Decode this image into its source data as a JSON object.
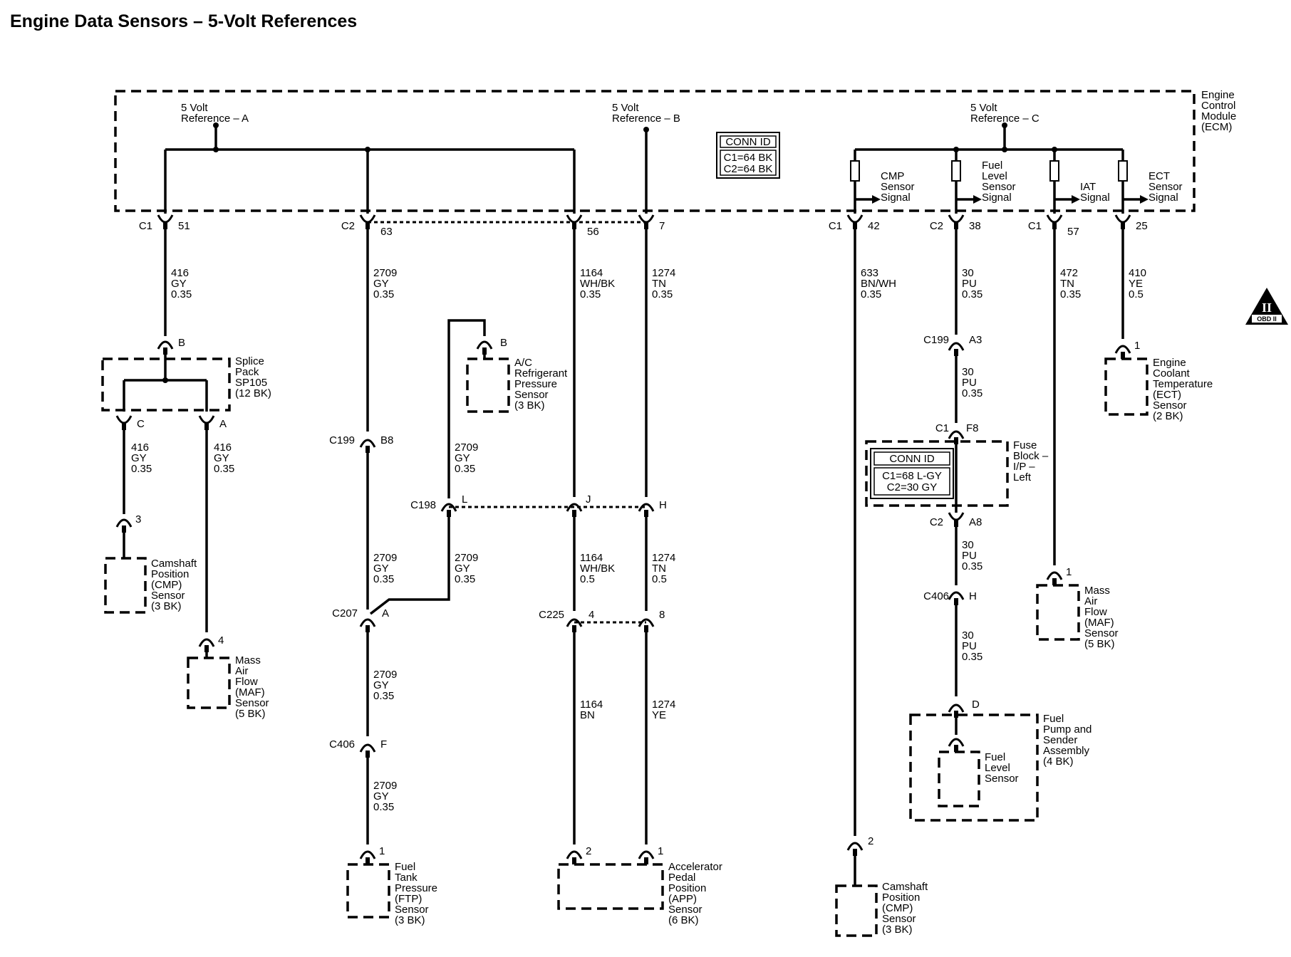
{
  "title": "Engine Data Sensors – 5-Volt References",
  "ecm": {
    "name": [
      "Engine",
      "Control",
      "Module",
      "(ECM)"
    ],
    "ref_a": [
      "5 Volt",
      "Reference – A"
    ],
    "ref_b": [
      "5 Volt",
      "Reference – B"
    ],
    "ref_c": [
      "5 Volt",
      "Reference – C"
    ],
    "conn_id_title": "CONN ID",
    "conn_id_lines": [
      "C1=64 BK",
      "C2=64 BK"
    ],
    "signals": {
      "cmp": [
        "CMP",
        "Sensor",
        "Signal"
      ],
      "fuel": [
        "Fuel",
        "Level",
        "Sensor",
        "Signal"
      ],
      "iat": [
        "IAT",
        "Signal"
      ],
      "ect": [
        "ECT",
        "Sensor",
        "Signal"
      ]
    }
  },
  "connectors": {
    "c1_51": {
      "conn": "C1",
      "pin": "51"
    },
    "c2_63": {
      "conn": "C2",
      "pin": "63"
    },
    "p56": {
      "pin": "56"
    },
    "p7": {
      "pin": "7"
    },
    "c1_42": {
      "conn": "C1",
      "pin": "42"
    },
    "c2_38": {
      "conn": "C2",
      "pin": "38"
    },
    "c1_57": {
      "conn": "C1",
      "pin": "57"
    },
    "p25": {
      "pin": "25"
    },
    "c199_b8": {
      "conn": "C199",
      "pin": "B8"
    },
    "c198_l": {
      "conn": "C198",
      "pin": "L"
    },
    "pj": {
      "pin": "J"
    },
    "ph": {
      "pin": "H"
    },
    "c207_a": {
      "conn": "C207",
      "pin": "A"
    },
    "c225_4": {
      "conn": "C225",
      "pin": "4"
    },
    "p8": {
      "pin": "8"
    },
    "c406_f": {
      "conn": "C406",
      "pin": "F"
    },
    "c199_a3": {
      "conn": "C199",
      "pin": "A3"
    },
    "c1_f8": {
      "conn": "C1",
      "pin": "F8"
    },
    "c2_a8": {
      "conn": "C2",
      "pin": "A8"
    },
    "c406_h": {
      "conn": "C406",
      "pin": "H"
    },
    "pd": {
      "pin": "D"
    }
  },
  "wires": {
    "w416": [
      "416",
      "GY",
      "0.35"
    ],
    "w2709_top": [
      "2709",
      "GY",
      "0.35"
    ],
    "w1164_top": [
      "1164",
      "WH/BK",
      "0.35"
    ],
    "w1274_top": [
      "1274",
      "TN",
      "0.35"
    ],
    "w633": [
      "633",
      "BN/WH",
      "0.35"
    ],
    "w30_top": [
      "30",
      "PU",
      "0.35"
    ],
    "w472": [
      "472",
      "TN",
      "0.35"
    ],
    "w410": [
      "410",
      "YE",
      "0.5"
    ],
    "w416_c": [
      "416",
      "GY",
      "0.35"
    ],
    "w416_a": [
      "416",
      "GY",
      "0.35"
    ],
    "w2709_ac": [
      "2709",
      "GY",
      "0.35"
    ],
    "w30_c199": [
      "30",
      "PU",
      "0.35"
    ],
    "w2709_mid": [
      "2709",
      "GY",
      "0.35"
    ],
    "w2709_mid2": [
      "2709",
      "GY",
      "0.35"
    ],
    "w1164_mid": [
      "1164",
      "WH/BK",
      "0.5"
    ],
    "w1274_mid": [
      "1274",
      "TN",
      "0.5"
    ],
    "w30_a8": [
      "30",
      "PU",
      "0.35"
    ],
    "w30_h": [
      "30",
      "PU",
      "0.35"
    ],
    "w2709_c207": [
      "2709",
      "GY",
      "0.35"
    ],
    "w2709_c406": [
      "2709",
      "GY",
      "0.35"
    ],
    "w1164_bot": [
      "1164",
      "BN"
    ],
    "w1274_bot": [
      "1274",
      "YE"
    ]
  },
  "components": {
    "splice": {
      "pins": [
        "B",
        "C",
        "A"
      ],
      "label": [
        "Splice",
        "Pack",
        "SP105",
        "(12 BK)"
      ]
    },
    "ac": {
      "pin": "B",
      "label": [
        "A/C",
        "Refrigerant",
        "Pressure",
        "Sensor",
        "(3 BK)"
      ]
    },
    "ect": {
      "pin": "1",
      "label": [
        "Engine",
        "Coolant",
        "Temperature",
        "(ECT)",
        "Sensor",
        "(2 BK)"
      ]
    },
    "fuse": {
      "label": [
        "Fuse",
        "Block –",
        "I/P –",
        "Left"
      ],
      "conn_id_title": "CONN ID",
      "conn_id_lines": [
        "C1=68 L-GY",
        "C2=30 GY"
      ]
    },
    "cmp_left": {
      "pin": "3",
      "label": [
        "Camshaft",
        "Position",
        "(CMP)",
        "Sensor",
        "(3 BK)"
      ]
    },
    "maf_left": {
      "pin": "4",
      "label": [
        "Mass",
        "Air",
        "Flow",
        "(MAF)",
        "Sensor",
        "(5 BK)"
      ]
    },
    "maf_right": {
      "pin": "1",
      "label": [
        "Mass",
        "Air",
        "Flow",
        "(MAF)",
        "Sensor",
        "(5 BK)"
      ]
    },
    "fuel_pump": {
      "label": [
        "Fuel",
        "Pump and",
        "Sender",
        "Assembly",
        "(4 BK)"
      ]
    },
    "fuel_level": {
      "label": [
        "Fuel",
        "Level",
        "Sensor"
      ]
    },
    "ftp": {
      "pin": "1",
      "label": [
        "Fuel",
        "Tank",
        "Pressure",
        "(FTP)",
        "Sensor",
        "(3 BK)"
      ]
    },
    "app": {
      "pins": [
        "2",
        "1"
      ],
      "label": [
        "Accelerator",
        "Pedal",
        "Position",
        "(APP)",
        "Sensor",
        "(6 BK)"
      ]
    },
    "cmp_right": {
      "pin": "2",
      "label": [
        "Camshaft",
        "Position",
        "(CMP)",
        "Sensor",
        "(3 BK)"
      ]
    }
  },
  "obd_badge": {
    "numeral": "II",
    "text": "OBD II"
  }
}
